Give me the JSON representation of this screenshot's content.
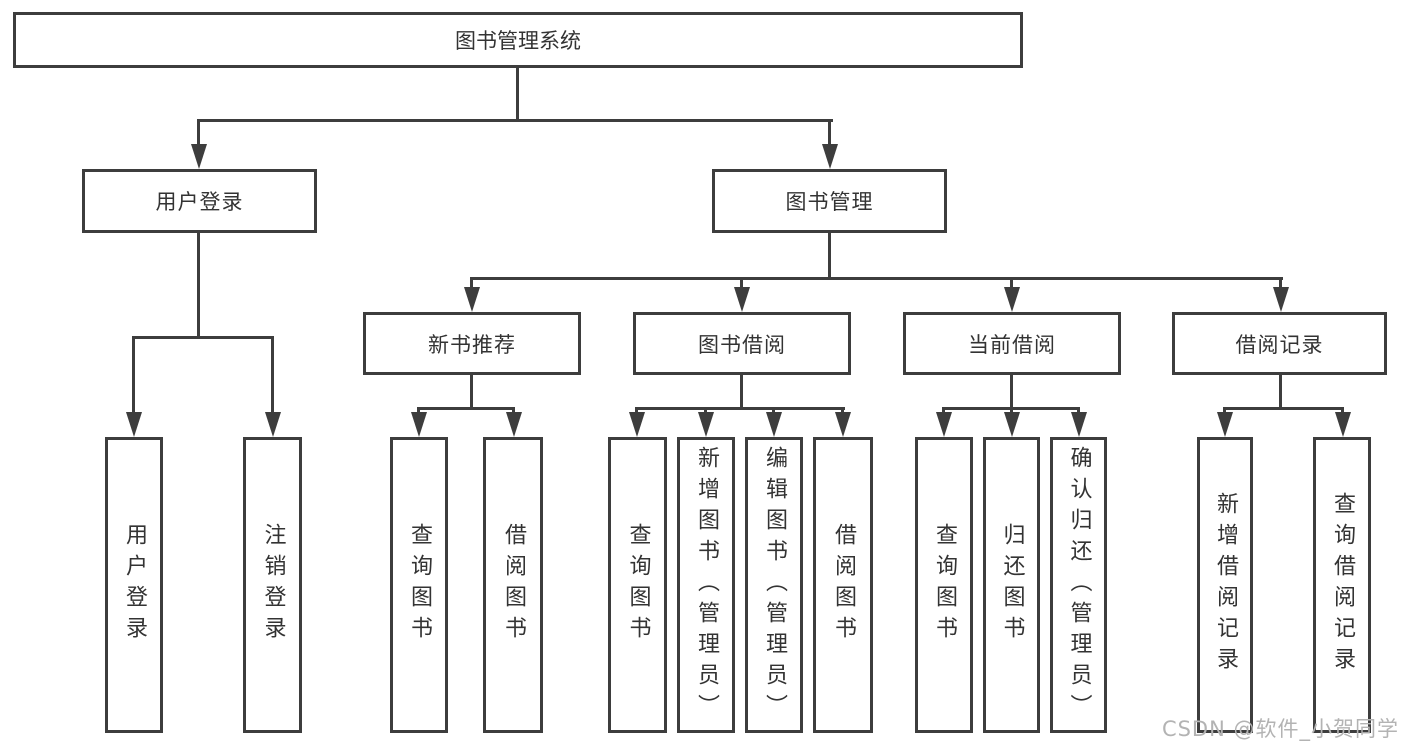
{
  "diagram_title": "图书管理系统",
  "tree": {
    "root": {
      "label": "图书管理系统"
    },
    "user_login": {
      "label": "用户登录",
      "children": {
        "login": {
          "label": "用户登录"
        },
        "logout": {
          "label": "注销登录"
        }
      }
    },
    "book_mgmt": {
      "label": "图书管理",
      "children": {
        "new_books": {
          "label": "新书推荐",
          "children": {
            "query": {
              "label": "查询图书"
            },
            "borrow": {
              "label": "借阅图书"
            }
          }
        },
        "book_borrow": {
          "label": "图书借阅",
          "children": {
            "query": {
              "label": "查询图书"
            },
            "add": {
              "label": "新增图书（管理员）"
            },
            "edit": {
              "label": "编辑图书（管理员）"
            },
            "borrow": {
              "label": "借阅图书"
            }
          }
        },
        "current_borrow": {
          "label": "当前借阅",
          "children": {
            "query": {
              "label": "查询图书"
            },
            "return": {
              "label": "归还图书"
            },
            "confirm_return": {
              "label": "确认归还（管理员）"
            }
          }
        },
        "borrow_records": {
          "label": "借阅记录",
          "children": {
            "add_record": {
              "label": "新增借阅记录"
            },
            "query_record": {
              "label": "查询借阅记录"
            }
          }
        }
      }
    }
  },
  "watermark": "CSDN @软件_小贺同学",
  "colors": {
    "line": "#3d3d3d",
    "text": "#333333",
    "box_background": "#ffffff",
    "page_background": "#ffffff",
    "watermark": "#b3b3b3"
  }
}
